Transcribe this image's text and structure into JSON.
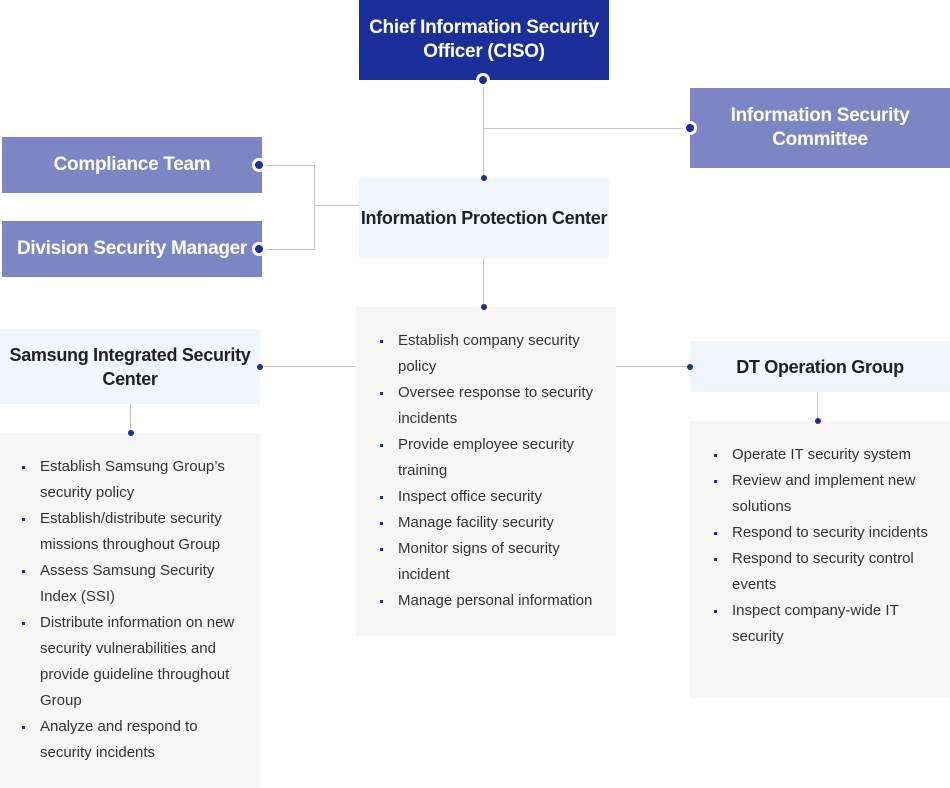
{
  "nodes": {
    "ciso": "Chief Information Security Officer (CISO)",
    "committee": "Information Security Committee",
    "compliance": "Compliance Team",
    "division_security_manager": "Division Security Manager",
    "info_protection_center": "Information Protection Center",
    "samsung_integrated": "Samsung Integrated Security Center",
    "dt_operation": "DT Operation Group"
  },
  "lists": {
    "center": [
      "Establish company security policy",
      "Oversee response to security incidents",
      "Provide employee security training",
      "Inspect office security",
      "Manage facility security",
      "Monitor signs of security incident",
      "Manage personal information"
    ],
    "left": [
      "Establish Samsung Group’s security policy",
      "Establish/distribute security missions throughout Group",
      "Assess Samsung Security Index (SSI)",
      "Distribute information on new security vulnerabilities and provide guideline throughout Group",
      "Analyze and respond to security incidents"
    ],
    "right": [
      "Operate IT security system",
      "Review and implement new solutions",
      "Respond to security incidents",
      "Respond to security control events",
      "Inspect company-wide IT security"
    ]
  },
  "colors": {
    "navy": "#1b2f9a",
    "purple": "#7c86c4",
    "light_blue": "#f1f5fd",
    "list_bg": "#f6f6f6",
    "connector": "#c7c7c7"
  }
}
